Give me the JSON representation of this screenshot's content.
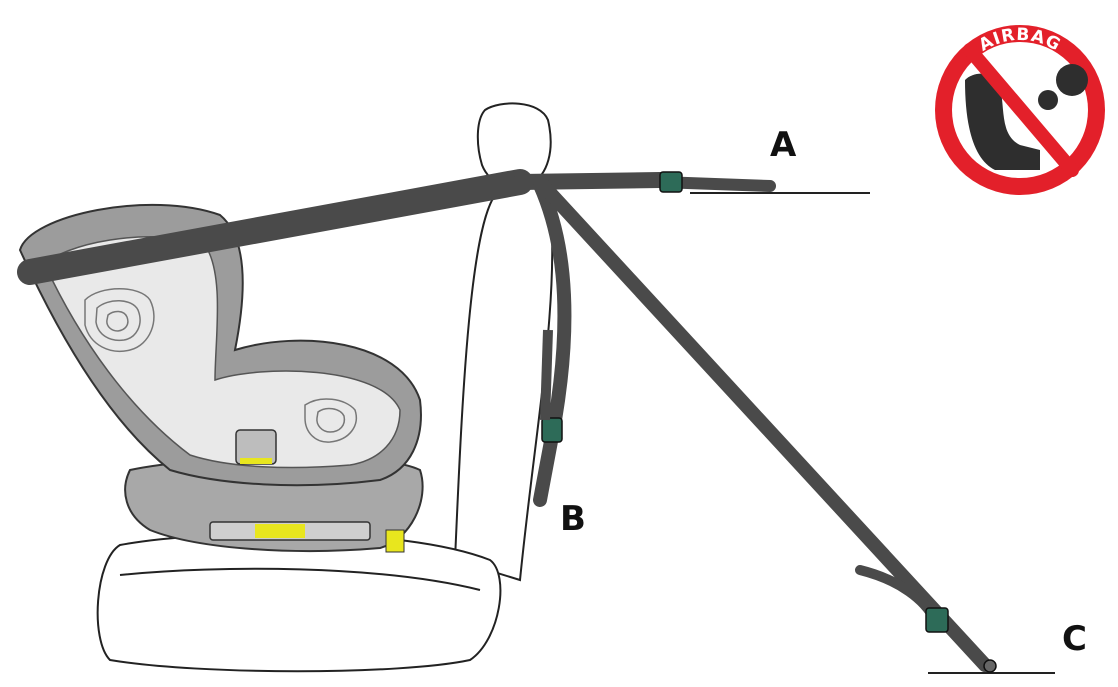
{
  "labels": {
    "a": "A",
    "b": "B",
    "c": "C"
  },
  "airbag_badge": {
    "text": "AIRBAG",
    "icon": "no-airbag-warning-icon",
    "color_ring": "#e3202a",
    "color_fill": "#ffffff"
  },
  "colors": {
    "belt": "#4a4a4a",
    "seat_shell": "#9a9a9a",
    "seat_cushion": "#e6e6e6",
    "isofix_accent": "#e8e61e",
    "buckle_accent": "#1f5a4a"
  }
}
